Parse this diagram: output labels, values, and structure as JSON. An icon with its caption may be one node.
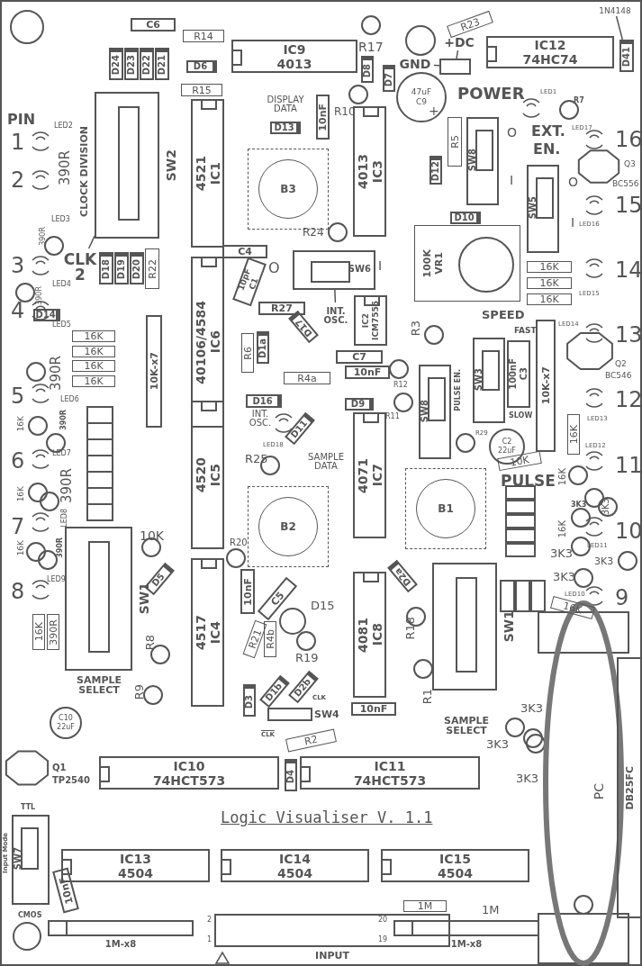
{
  "diagram": {
    "title": "Logic Visualiser V. 1.1",
    "nodes": [
      {
        "text": [
          "C6"
        ]
      },
      {
        "text": [
          "R14"
        ]
      },
      {
        "text": [
          "D24"
        ]
      },
      {
        "text": [
          "D23"
        ]
      },
      {
        "text": [
          "D22"
        ]
      },
      {
        "text": [
          "D21"
        ]
      },
      {
        "text": [
          "D6"
        ]
      },
      {
        "text": [
          "R15"
        ]
      },
      {
        "text": [
          "IC9",
          "4013"
        ]
      },
      {
        "text": [
          "D8"
        ]
      },
      {
        "text": [
          "D7"
        ]
      },
      {
        "text": [
          "47uF",
          "C9"
        ]
      },
      {
        "text": [
          "R23"
        ]
      },
      {
        "text": [
          "+DC"
        ]
      },
      {
        "text": [
          "GND"
        ]
      },
      {
        "text": [],
        "shape": "box"
      },
      {
        "text": [
          "IC12",
          "74HC74"
        ]
      },
      {
        "text": [
          "1N4148"
        ]
      },
      {
        "text": [
          "D41"
        ]
      },
      {
        "text": [
          "10nF"
        ]
      },
      {
        "text": [
          "IC3",
          "4013"
        ]
      },
      {
        "text": [
          "D13"
        ]
      },
      {
        "text": [
          "IC1",
          "4521"
        ]
      },
      {
        "text": [
          "SW2"
        ]
      },
      {
        "text": [
          "B3"
        ]
      },
      {
        "text": [
          "SW8"
        ]
      },
      {
        "text": [
          "R5"
        ]
      },
      {
        "text": [
          "D12"
        ]
      },
      {
        "text": [
          "SW5"
        ]
      },
      {
        "text": [
          "D10"
        ]
      },
      {
        "text": [
          "100K",
          "VR1"
        ]
      },
      {
        "text": [
          "16K"
        ]
      },
      {
        "text": [
          "16K"
        ]
      },
      {
        "text": [
          "16K"
        ]
      },
      {
        "text": [
          "CLK",
          "2"
        ]
      },
      {
        "text": [
          "D18"
        ]
      },
      {
        "text": [
          "D19"
        ]
      },
      {
        "text": [
          "D20"
        ]
      },
      {
        "text": [
          "R22"
        ]
      },
      {
        "text": [
          "C4"
        ]
      },
      {
        "text": [
          "C1",
          "10pF"
        ]
      },
      {
        "text": [
          "SW6"
        ]
      },
      {
        "text": [
          "INT. OSC."
        ]
      },
      {
        "text": [
          "D14"
        ]
      },
      {
        "text": [
          "IC6",
          "40106/4584"
        ]
      },
      {
        "text": [
          "R27"
        ]
      },
      {
        "text": [
          "16K"
        ]
      },
      {
        "text": [
          "16K"
        ]
      },
      {
        "text": [
          "16K"
        ]
      },
      {
        "text": [
          "16K"
        ]
      },
      {
        "text": [
          "10K-x7"
        ]
      },
      {
        "text": [
          "R6"
        ]
      },
      {
        "text": [
          "D1a"
        ]
      },
      {
        "text": [
          "D17"
        ]
      },
      {
        "text": [
          "ICM7555",
          "IC2"
        ]
      },
      {
        "text": [
          "R4a"
        ]
      },
      {
        "text": [
          "C7"
        ]
      },
      {
        "text": [
          "10nF"
        ]
      },
      {
        "text": [
          "D9"
        ]
      },
      {
        "text": [
          "D16"
        ]
      },
      {
        "text": [
          "IC5",
          "4520"
        ]
      },
      {
        "text": [
          "D11"
        ]
      },
      {
        "text": [
          "B2"
        ]
      },
      {
        "text": [
          "IC7",
          "4071"
        ]
      },
      {
        "text": [
          "SW8"
        ]
      },
      {
        "text": [
          "SW3"
        ]
      },
      {
        "text": [
          "C3",
          "100nF"
        ]
      },
      {
        "text": [
          "10K-x7"
        ]
      },
      {
        "text": [
          "C2",
          "22uF"
        ]
      },
      {
        "text": [
          "10K"
        ]
      },
      {
        "text": [
          "B1"
        ]
      },
      {
        "text": [
          "16K"
        ]
      },
      {
        "text": [
          "16K"
        ]
      },
      {
        "text": [
          "D5"
        ]
      },
      {
        "text": [
          "IC4",
          "4517"
        ]
      },
      {
        "text": [
          "10nF"
        ]
      },
      {
        "text": [
          "C5"
        ]
      },
      {
        "text": [
          "R21"
        ]
      },
      {
        "text": [
          "R4b"
        ]
      },
      {
        "text": [
          "D2a"
        ]
      },
      {
        "text": [
          "IC8",
          "4081"
        ]
      },
      {
        "text": [
          "SW1"
        ]
      },
      {
        "text": [
          "SW1"
        ]
      },
      {
        "text": [
          "16K"
        ]
      },
      {
        "text": [
          "390R"
        ]
      },
      {
        "text": [
          "D3"
        ]
      },
      {
        "text": [
          "D1b"
        ]
      },
      {
        "text": [
          "D2b"
        ]
      },
      {
        "text": [
          "SW4"
        ]
      },
      {
        "text": [
          "R2"
        ]
      },
      {
        "text": [
          "10nF"
        ]
      },
      {
        "text": [
          "C10",
          "22uF"
        ]
      },
      {
        "text": [
          "IC10",
          "74HCT573"
        ]
      },
      {
        "text": [
          "D4"
        ]
      },
      {
        "text": [
          "IC11",
          "74HCT573"
        ]
      },
      {
        "text": [
          "SW7"
        ]
      },
      {
        "text": [
          "IC13",
          "4504"
        ]
      },
      {
        "text": [
          "10nF"
        ]
      },
      {
        "text": [
          "IC14",
          "4504"
        ]
      },
      {
        "text": [
          "IC15",
          "4504"
        ]
      },
      {
        "text": [
          "1M"
        ]
      },
      {
        "text": [
          "1M-x8"
        ]
      },
      {
        "text": [
          "INPUT"
        ]
      },
      {
        "text": [
          "1M-x8"
        ]
      },
      {
        "text": [
          "DB25FC"
        ]
      }
    ],
    "edges": [
      {
        "from": 17,
        "to": 18,
        "arrow": "none"
      },
      {
        "from": 34,
        "to": 23,
        "arrow": "none"
      },
      {
        "from": 42,
        "to": 41,
        "arrow": "none"
      },
      {
        "from": 13,
        "to": 15,
        "arrow": "none"
      },
      {
        "from": 14,
        "to": 15,
        "arrow": "none"
      }
    ],
    "labels": [
      "PIN",
      "1",
      "2",
      "3",
      "4",
      "5",
      "6",
      "7",
      "8",
      "LED2",
      "390R",
      "CLOCK DIVISION",
      "LED3",
      "390R",
      "LED4",
      "390R",
      "LED5",
      "390R",
      "LED6",
      "16K",
      "390R",
      "LED7",
      "390R",
      "16K",
      "LED8",
      "16K",
      "390R",
      "LED9",
      "10K",
      "R17",
      "+",
      "POWER",
      "LED1",
      "R7",
      "EXT.",
      "EN.",
      "LED17",
      "16",
      "O",
      "I",
      "O",
      "I",
      "Q3",
      "BC556",
      "15",
      "LED16",
      "DISPLAY DATA",
      "R10",
      "R24",
      "O",
      "I",
      "LED15",
      "14",
      "SPEED",
      "FAST",
      "SLOW",
      "PULSE EN.",
      "R3",
      "R12",
      "R11",
      "R29",
      "LED14",
      "13",
      "Q2",
      "BC546",
      "12",
      "LED13",
      "LED12",
      "11",
      "PULSE",
      "16K",
      "3K3",
      "3K3",
      "16K",
      "10",
      "LED11",
      "3K3",
      "3K3",
      "3K3",
      "LED10",
      "9",
      "INT. OSC.",
      "LED18",
      "R25",
      "SAMPLE DATA",
      "R20",
      "D15",
      "R19",
      "R18",
      "R8",
      "R9",
      "SAMPLE SELECT",
      "SAMPLE SELECT",
      "CLK",
      "CLK",
      "R1",
      "3K3",
      "3K3",
      "3K3",
      "Q1",
      "TP2540",
      "TTL",
      "Input Mode",
      "CMOS",
      "2",
      "1",
      "20",
      "19",
      "1M",
      "PC"
    ]
  }
}
